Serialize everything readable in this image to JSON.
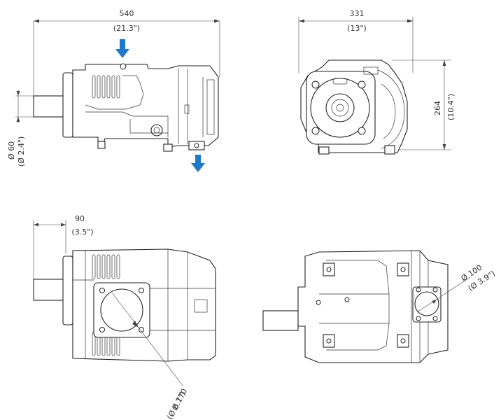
{
  "dimensions": {
    "overall_length_mm": "540",
    "overall_length_in": "(21.3\")",
    "width_mm": "331",
    "width_in": "(13\")",
    "height_mm": "264",
    "height_in": "(10.4\")",
    "shaft_dia_mm": "Ø 60",
    "shaft_dia_in": "(Ø 2.4\")",
    "shaft_length_mm": "90",
    "shaft_length_in": "(3.5\")",
    "port_large_mm": "Ø 170",
    "port_large_in": "(Ø 6.7\")",
    "port_small_mm": "Ø 100",
    "port_small_in": "(Ø 3.9\")"
  },
  "colors": {
    "flow_arrow": "#1f78c8",
    "line": "#222222"
  }
}
